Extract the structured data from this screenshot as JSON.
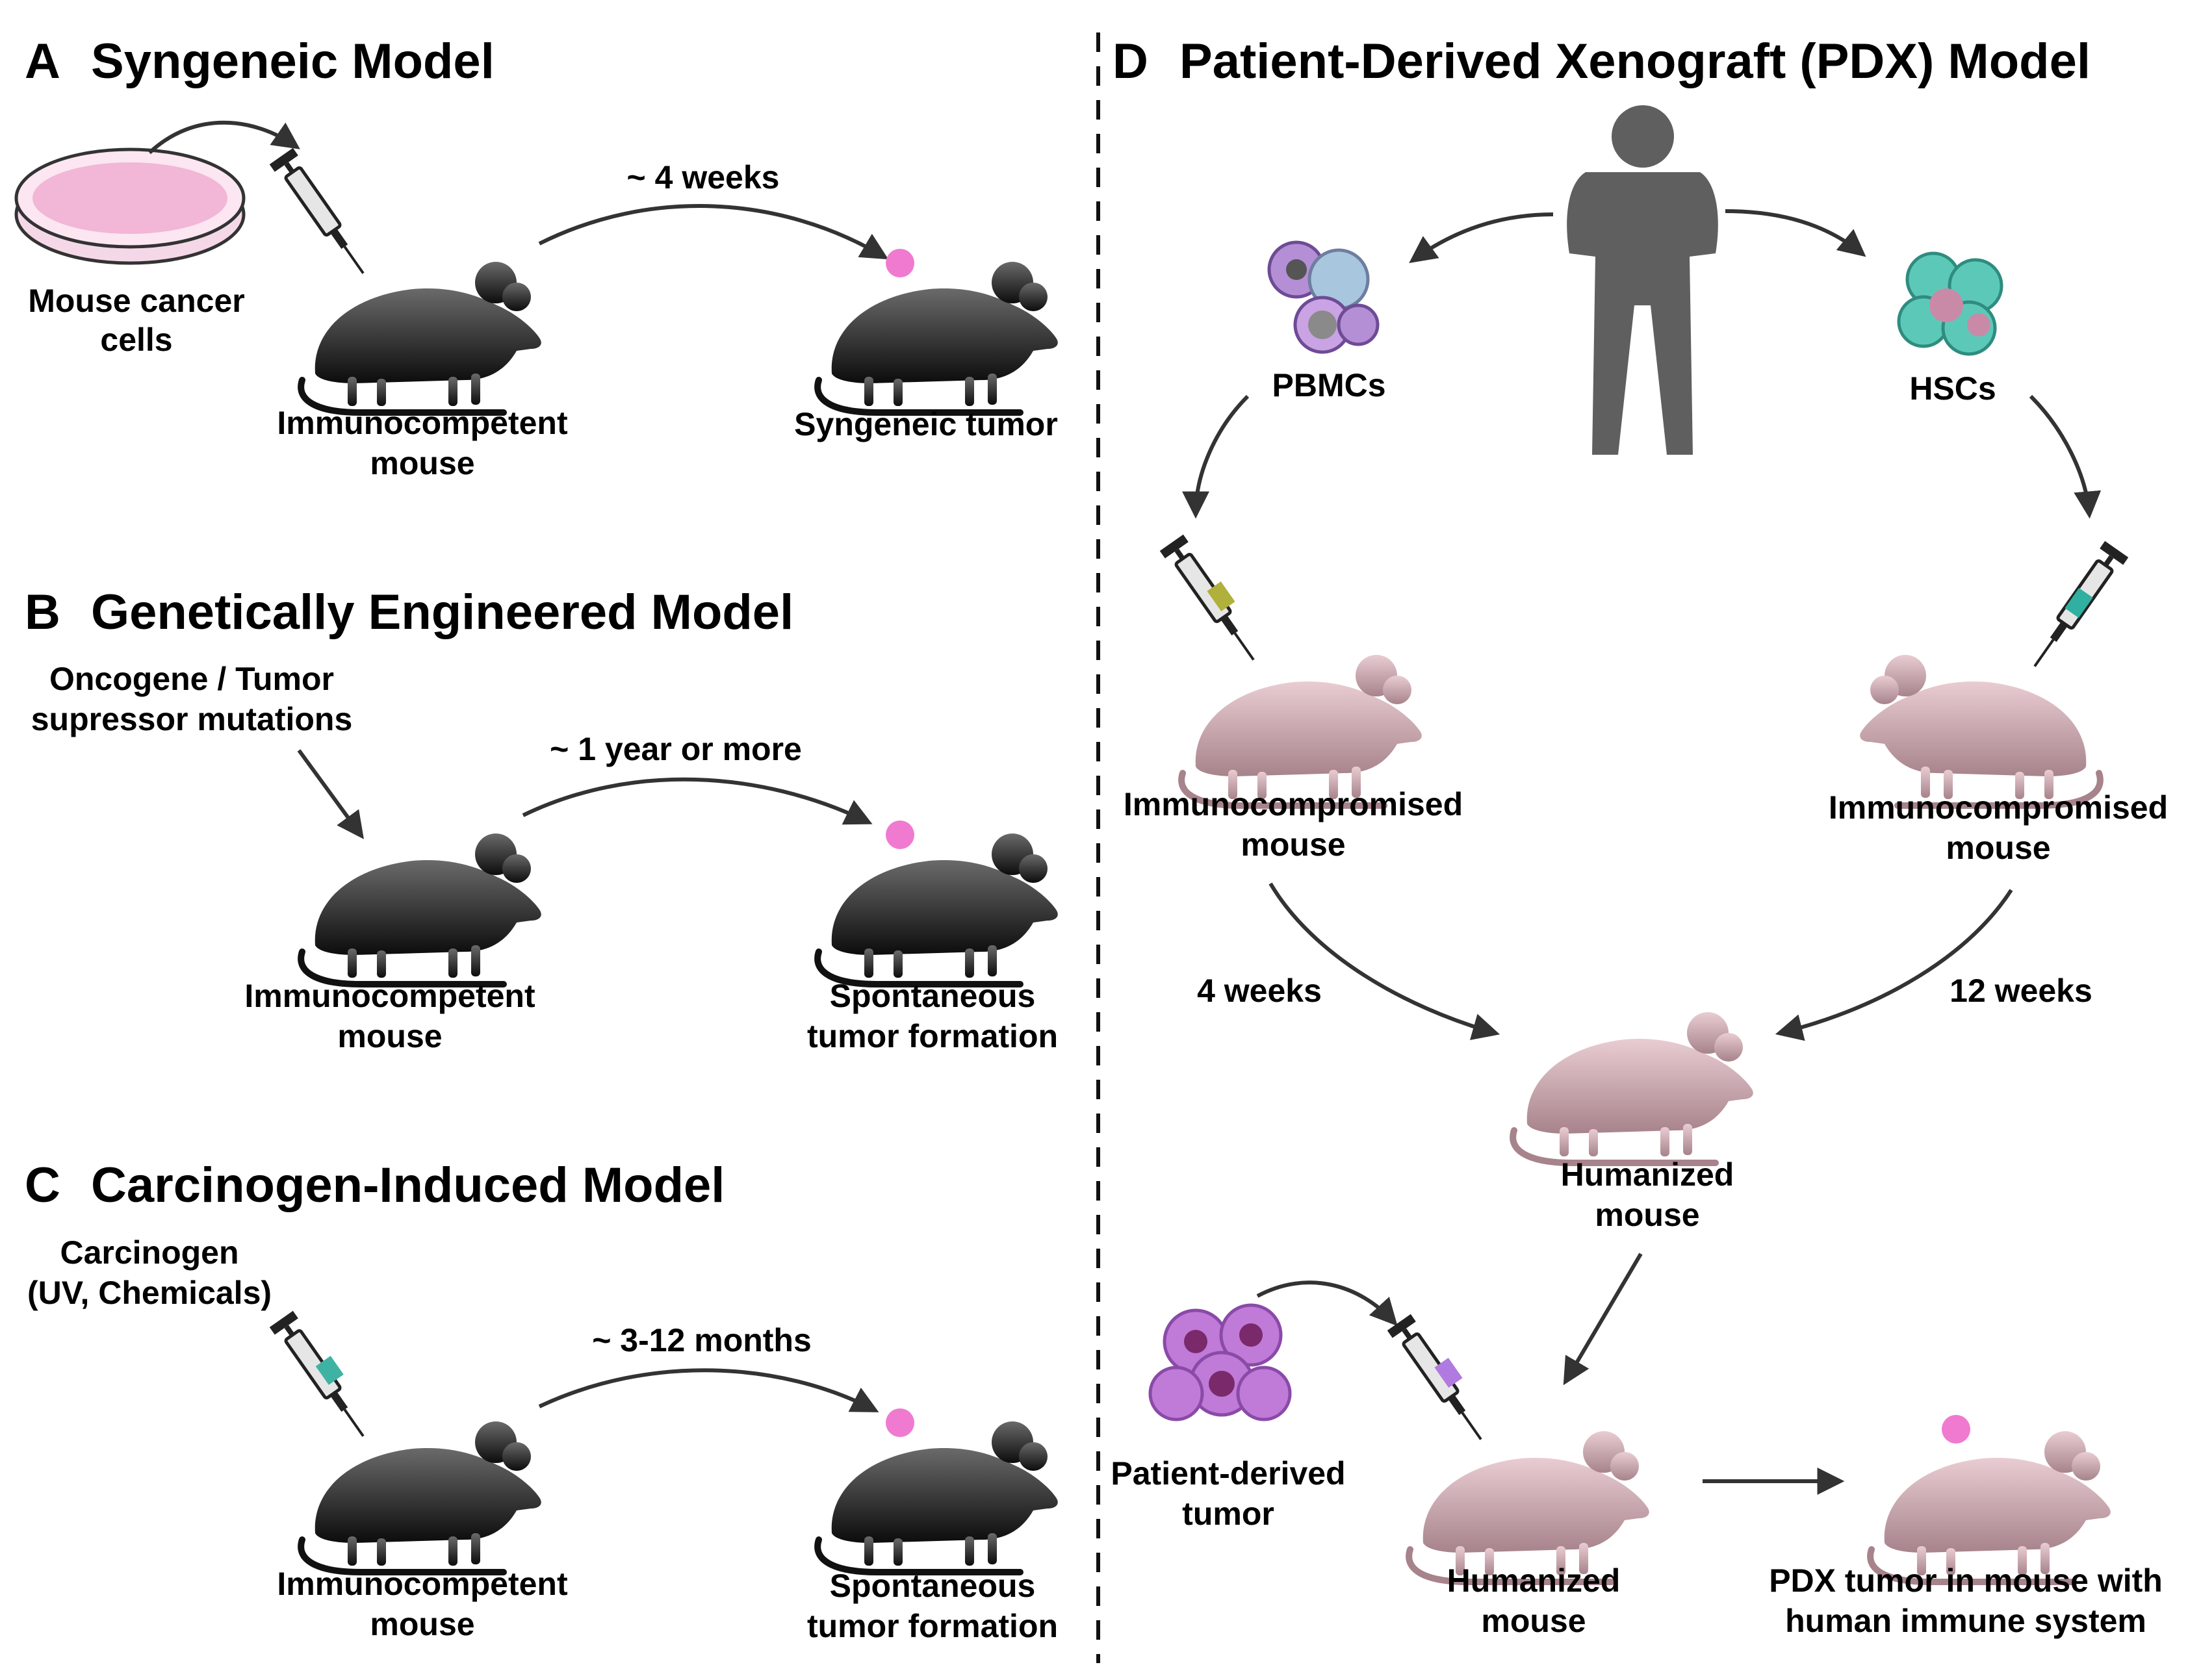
{
  "panel_a": {
    "letter": "A",
    "title": "Syngeneic Model",
    "source_line1": "Mouse cancer",
    "source_line2": "cells",
    "interval": "~ 4 weeks",
    "mouse_line1": "Immunocompetent",
    "mouse_line2": "mouse",
    "result": "Syngeneic tumor"
  },
  "panel_b": {
    "letter": "B",
    "title": "Genetically Engineered Model",
    "source_line1": "Oncogene / Tumor",
    "source_line2": "supressor mutations",
    "interval": "~ 1 year or more",
    "mouse_line1": "Immunocompetent",
    "mouse_line2": "mouse",
    "result_line1": "Spontaneous",
    "result_line2": "tumor formation"
  },
  "panel_c": {
    "letter": "C",
    "title": "Carcinogen-Induced Model",
    "source_line1": "Carcinogen",
    "source_line2": "(UV, Chemicals)",
    "interval": "~ 3-12 months",
    "mouse_line1": "Immunocompetent",
    "mouse_line2": "mouse",
    "result_line1": "Spontaneous",
    "result_line2": "tumor formation"
  },
  "panel_d": {
    "letter": "D",
    "title": "Patient-Derived Xenograft (PDX) Model",
    "left_cells": "PBMCs",
    "right_cells": "HSCs",
    "left_mouse_line1": "Immunocompromised",
    "left_mouse_line2": "mouse",
    "right_mouse_line1": "Immunocompromised",
    "right_mouse_line2": "mouse",
    "left_interval": "4 weeks",
    "right_interval": "12 weeks",
    "humanized_line1": "Humanized",
    "humanized_line2": "mouse",
    "tumor_line1": "Patient-derived",
    "tumor_line2": "tumor",
    "humanized2_line1": "Humanized",
    "humanized2_line2": "mouse",
    "final_line1": "PDX tumor in mouse with",
    "final_line2": "human immune system"
  },
  "colors": {
    "dark_mouse": "#2b2b2b",
    "pink_mouse": "#d9b6bd",
    "tumor": "#f07ad0",
    "human": "#5f5f5f",
    "pbmc": "#b48fd6",
    "hsc": "#5cc9b8",
    "patient_tumor": "#c07ad8"
  }
}
